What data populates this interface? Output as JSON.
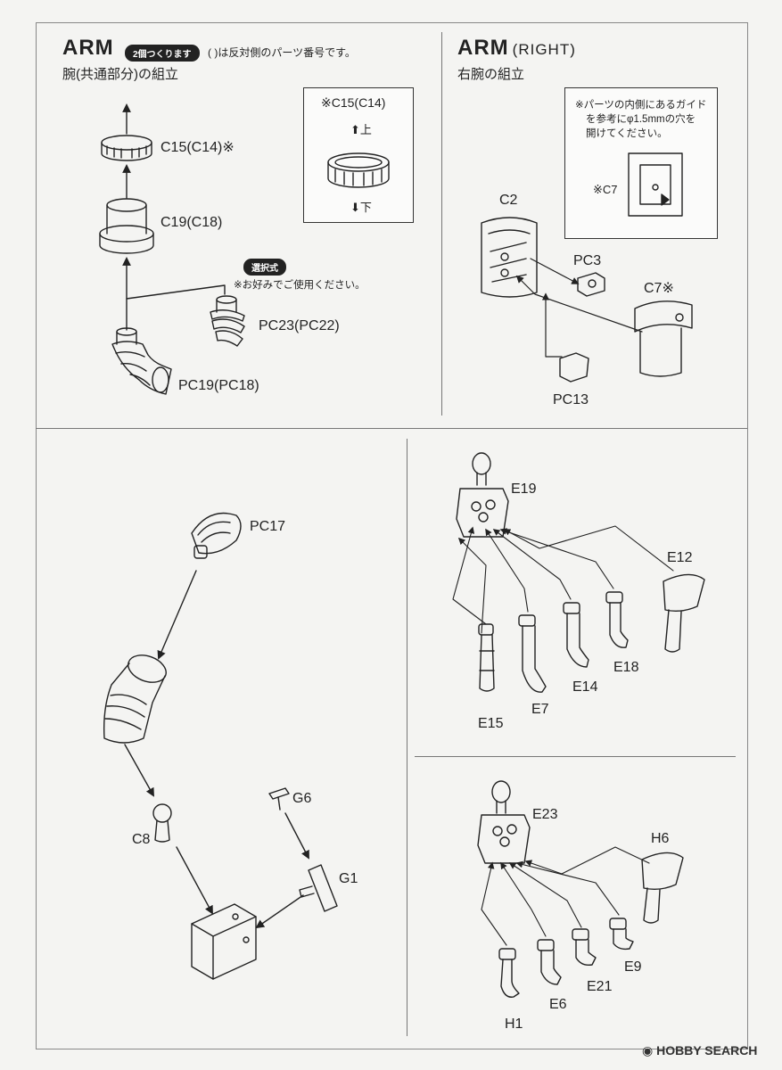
{
  "arm_common": {
    "title": "ARM",
    "badge": "2個つくります",
    "paren_note": "( )は反対側のパーツ番号です。",
    "subtitle": "腕(共通部分)の組立",
    "parts": {
      "c15": "C15(C14)※",
      "c19": "C19(C18)",
      "pc23": "PC23(PC22)",
      "pc19": "PC19(PC18)"
    },
    "option_badge": "選択式",
    "option_note": "※お好みでご使用ください。",
    "detail": {
      "title": "※C15(C14)",
      "up": "上",
      "down": "下"
    }
  },
  "arm_right": {
    "title": "ARM",
    "title_suffix": "(RIGHT)",
    "subtitle": "右腕の組立",
    "note_lines": [
      "※パーツの内側にあるガイド",
      "を参考にφ1.5mmの穴を",
      "開けてください。"
    ],
    "note_part": "※C7",
    "parts": {
      "c2": "C2",
      "pc3": "PC3",
      "c7": "C7※",
      "pc13": "PC13"
    }
  },
  "elbow": {
    "parts": {
      "pc17": "PC17",
      "g6": "G6",
      "c8": "C8",
      "g1": "G1"
    }
  },
  "hand_top": {
    "parts": {
      "e19": "E19",
      "e12": "E12",
      "e18": "E18",
      "e14": "E14",
      "e7": "E7",
      "e15": "E15"
    }
  },
  "hand_bottom": {
    "parts": {
      "e23": "E23",
      "h6": "H6",
      "e9": "E9",
      "e21": "E21",
      "e6": "E6",
      "h1": "H1"
    }
  },
  "watermark": "HOBBY SEARCH"
}
